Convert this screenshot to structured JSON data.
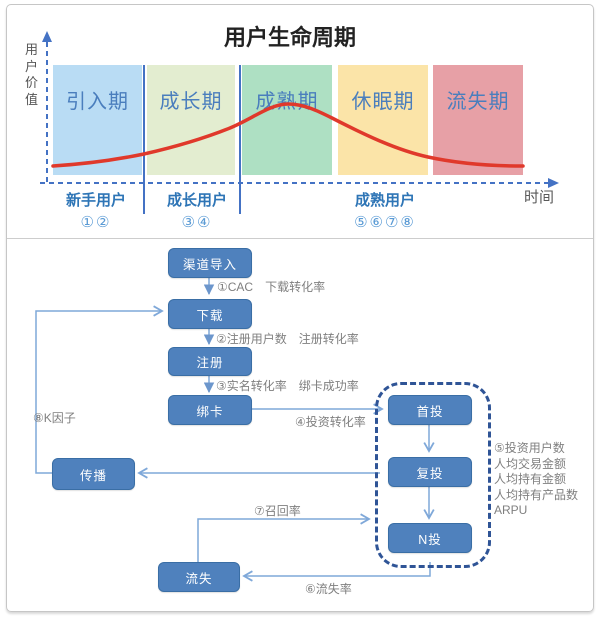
{
  "chart": {
    "title": "用户生命周期",
    "y_axis_label": "用户价值",
    "x_axis_label": "时间",
    "curve_color": "#E0392B",
    "stages": [
      {
        "label": "引入期",
        "color": "#B9DCF4"
      },
      {
        "label": "成长期",
        "color": "#E3EDD0"
      },
      {
        "label": "成熟期",
        "color": "#AEE0C3"
      },
      {
        "label": "休眠期",
        "color": "#FBE4A8"
      },
      {
        "label": "流失期",
        "color": "#E7A0A6"
      }
    ],
    "groups": [
      {
        "label": "新手用户",
        "numbers": "①②"
      },
      {
        "label": "成长用户",
        "numbers": "③④"
      },
      {
        "label": "成熟用户",
        "numbers": "⑤⑥⑦⑧"
      }
    ]
  },
  "flow": {
    "nodes": {
      "channel": "渠道导入",
      "download": "下载",
      "register": "注册",
      "bindcard": "绑卡",
      "first_invest": "首投",
      "reinvest": "复投",
      "n_invest": "N投",
      "spread": "传播",
      "churn": "流失"
    },
    "labels": {
      "cac": "①CAC　下载转化率",
      "register": "②注册用户数　注册转化率",
      "realname": "③实名转化率　绑卡成功率",
      "invest": "④投资转化率",
      "churn_rate": "⑥流失率",
      "recall": "⑦召回率",
      "k_factor": "⑧K因子"
    },
    "metrics": [
      "⑤投资用户数",
      "人均交易金额",
      "人均持有金额",
      "人均持有产品数",
      "ARPU"
    ]
  },
  "colors": {
    "node_fill": "#4F81BD",
    "node_border": "#3A6EA5",
    "connector": "#7FA8D9",
    "axis": "#4472C4",
    "dashed_group_border": "#2F5496",
    "stage_label_text": "#4A7EBD",
    "group_label_text": "#2E75B6"
  }
}
